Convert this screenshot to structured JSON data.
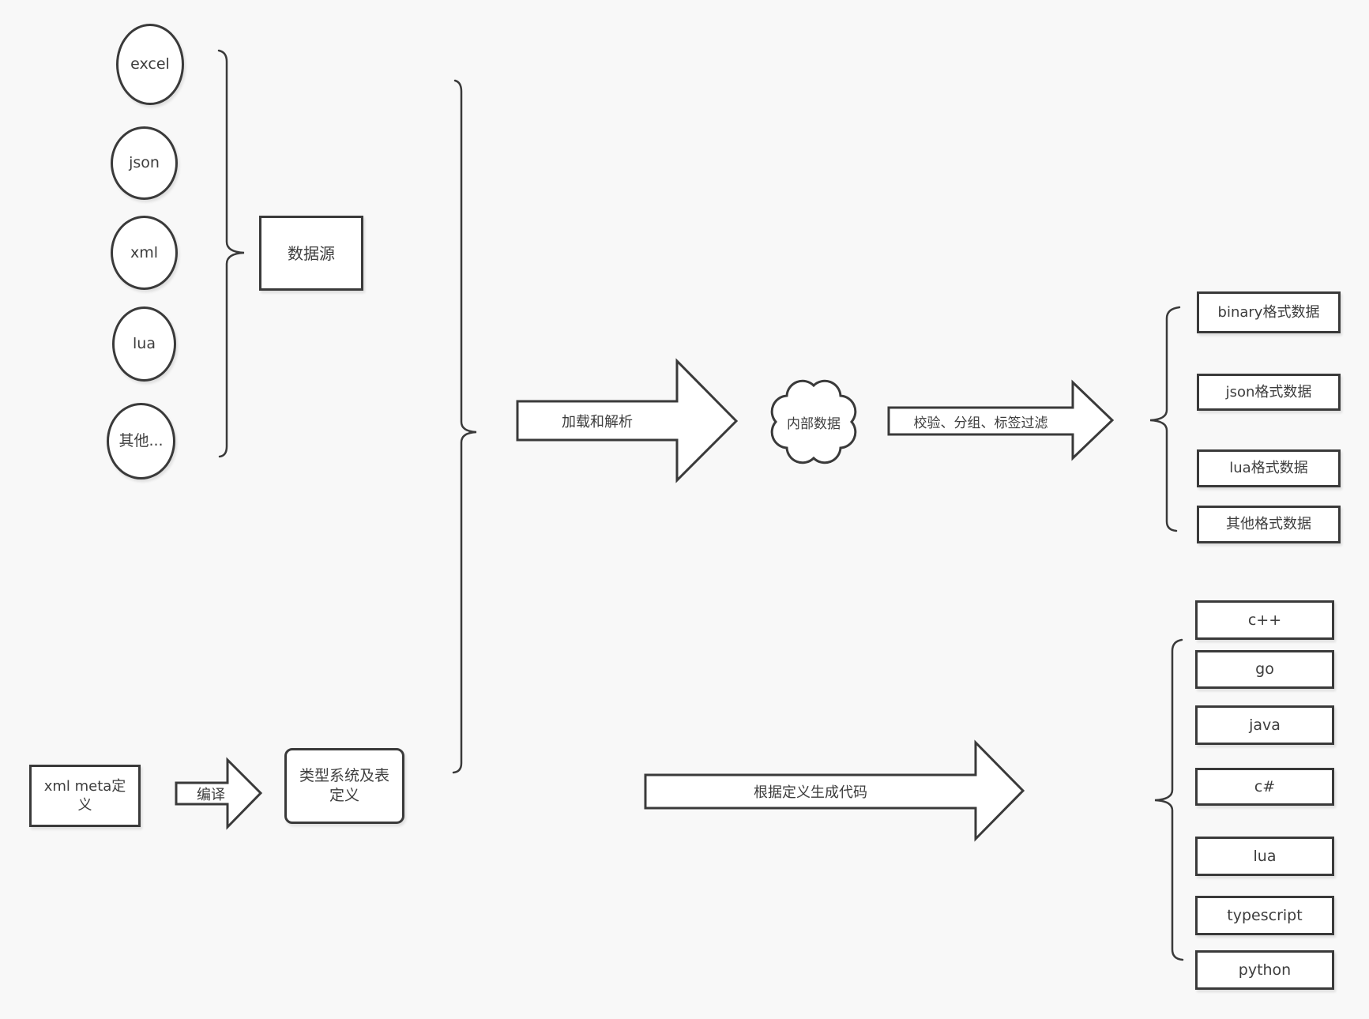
{
  "diagram": {
    "colors": {
      "background": "#f8f8f8",
      "stroke": "#3a3a3a",
      "node_fill": "#ffffff"
    },
    "sources": {
      "items": [
        "excel",
        "json",
        "xml",
        "lua",
        "其他..."
      ],
      "group_label": "数据源"
    },
    "definitions": {
      "xml_meta_label": "xml meta定义",
      "compile_arrow_label": "编译",
      "type_system_label": "类型系统及表定义"
    },
    "flow": {
      "load_parse_arrow_label": "加载和解析",
      "internal_data_label": "内部数据",
      "filter_arrow_label": "校验、分组、标签过滤",
      "codegen_arrow_label": "根据定义生成代码"
    },
    "outputs": {
      "data_formats": [
        "binary格式数据",
        "json格式数据",
        "lua格式数据",
        "其他格式数据"
      ],
      "languages": [
        "c++",
        "go",
        "java",
        "c#",
        "lua",
        "typescript",
        "python"
      ]
    }
  }
}
